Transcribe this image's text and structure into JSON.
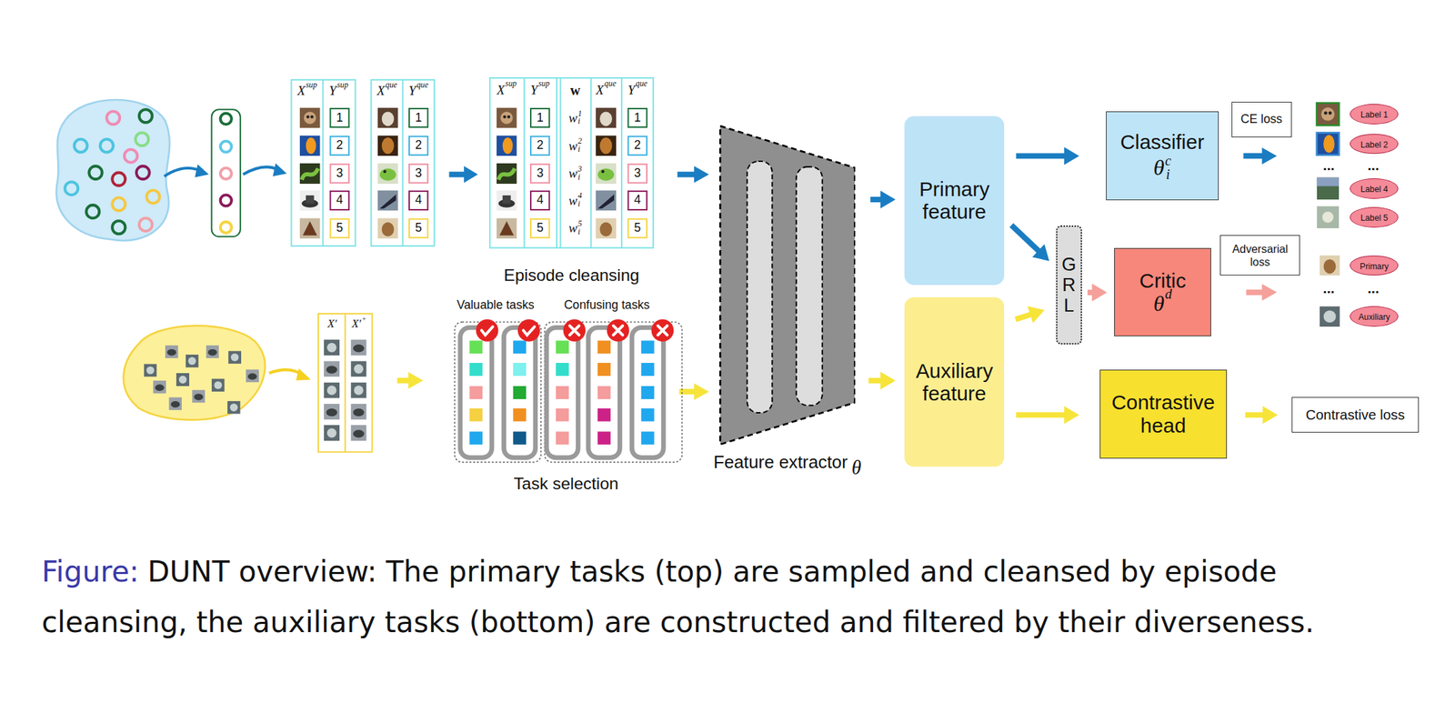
{
  "diagram": {
    "caption": "DUNT overview: The primary tasks (top) are sampled and cleansed by episode cleansing, the auxiliary tasks (bottom) are constructed and filtered by their diverseness.",
    "nodes": [
      {
        "text": [
          "Feature extractor",
          "θ"
        ]
      },
      {
        "text": [
          "Primary feature"
        ]
      },
      {
        "text": [
          "Auxiliary feature"
        ]
      },
      {
        "text": [
          "Classifier",
          "θ",
          "c",
          "i"
        ]
      },
      {
        "text": [
          "CE loss"
        ]
      },
      {
        "text": [
          "Label 1"
        ]
      },
      {
        "text": [
          "Label 2"
        ]
      },
      {
        "text": [
          "Label 4"
        ]
      },
      {
        "text": [
          "Label 5"
        ]
      },
      {
        "text": [
          "GRL"
        ]
      },
      {
        "text": [
          "Critic",
          "θ",
          "d"
        ]
      },
      {
        "text": [
          "Adversarial loss"
        ]
      },
      {
        "text": [
          "Primary"
        ]
      },
      {
        "text": [
          "Auxiliary"
        ]
      },
      {
        "text": [
          "Contrastive head"
        ]
      },
      {
        "text": [
          "Contrastive loss"
        ]
      }
    ],
    "edges": [
      {
        "from": 0,
        "to": 1,
        "arrow": "to"
      },
      {
        "from": 0,
        "to": 2,
        "arrow": "to"
      },
      {
        "from": 1,
        "to": 3,
        "arrow": "to"
      },
      {
        "from": 1,
        "to": 9,
        "arrow": "to"
      },
      {
        "from": 2,
        "to": 9,
        "arrow": "to"
      },
      {
        "from": 9,
        "to": 10,
        "arrow": "to"
      },
      {
        "from": 2,
        "to": 14,
        "arrow": "to"
      },
      {
        "from": 14,
        "to": 15,
        "arrow": "to"
      }
    ],
    "labels": [
      "X",
      "sup",
      "Y",
      "sup",
      "1",
      "2",
      "3",
      "4",
      "5",
      "X",
      "que",
      "Y",
      "que",
      "1",
      "2",
      "3",
      "4",
      "5",
      "X",
      "sup",
      "Y",
      "sup",
      "w",
      "X",
      "que",
      "Y",
      "que",
      "1",
      "w",
      "1",
      "i",
      "1",
      "2",
      "w",
      "2",
      "i",
      "2",
      "3",
      "w",
      "3",
      "i",
      "3",
      "4",
      "w",
      "4",
      "i",
      "4",
      "5",
      "w",
      "5",
      "i",
      "5",
      "Episode cleansing",
      "Valuable tasks",
      "Confusing tasks",
      "Task selection",
      "X′",
      "X′",
      "+",
      "...",
      "...",
      "...",
      "...",
      "Figure:"
    ]
  }
}
